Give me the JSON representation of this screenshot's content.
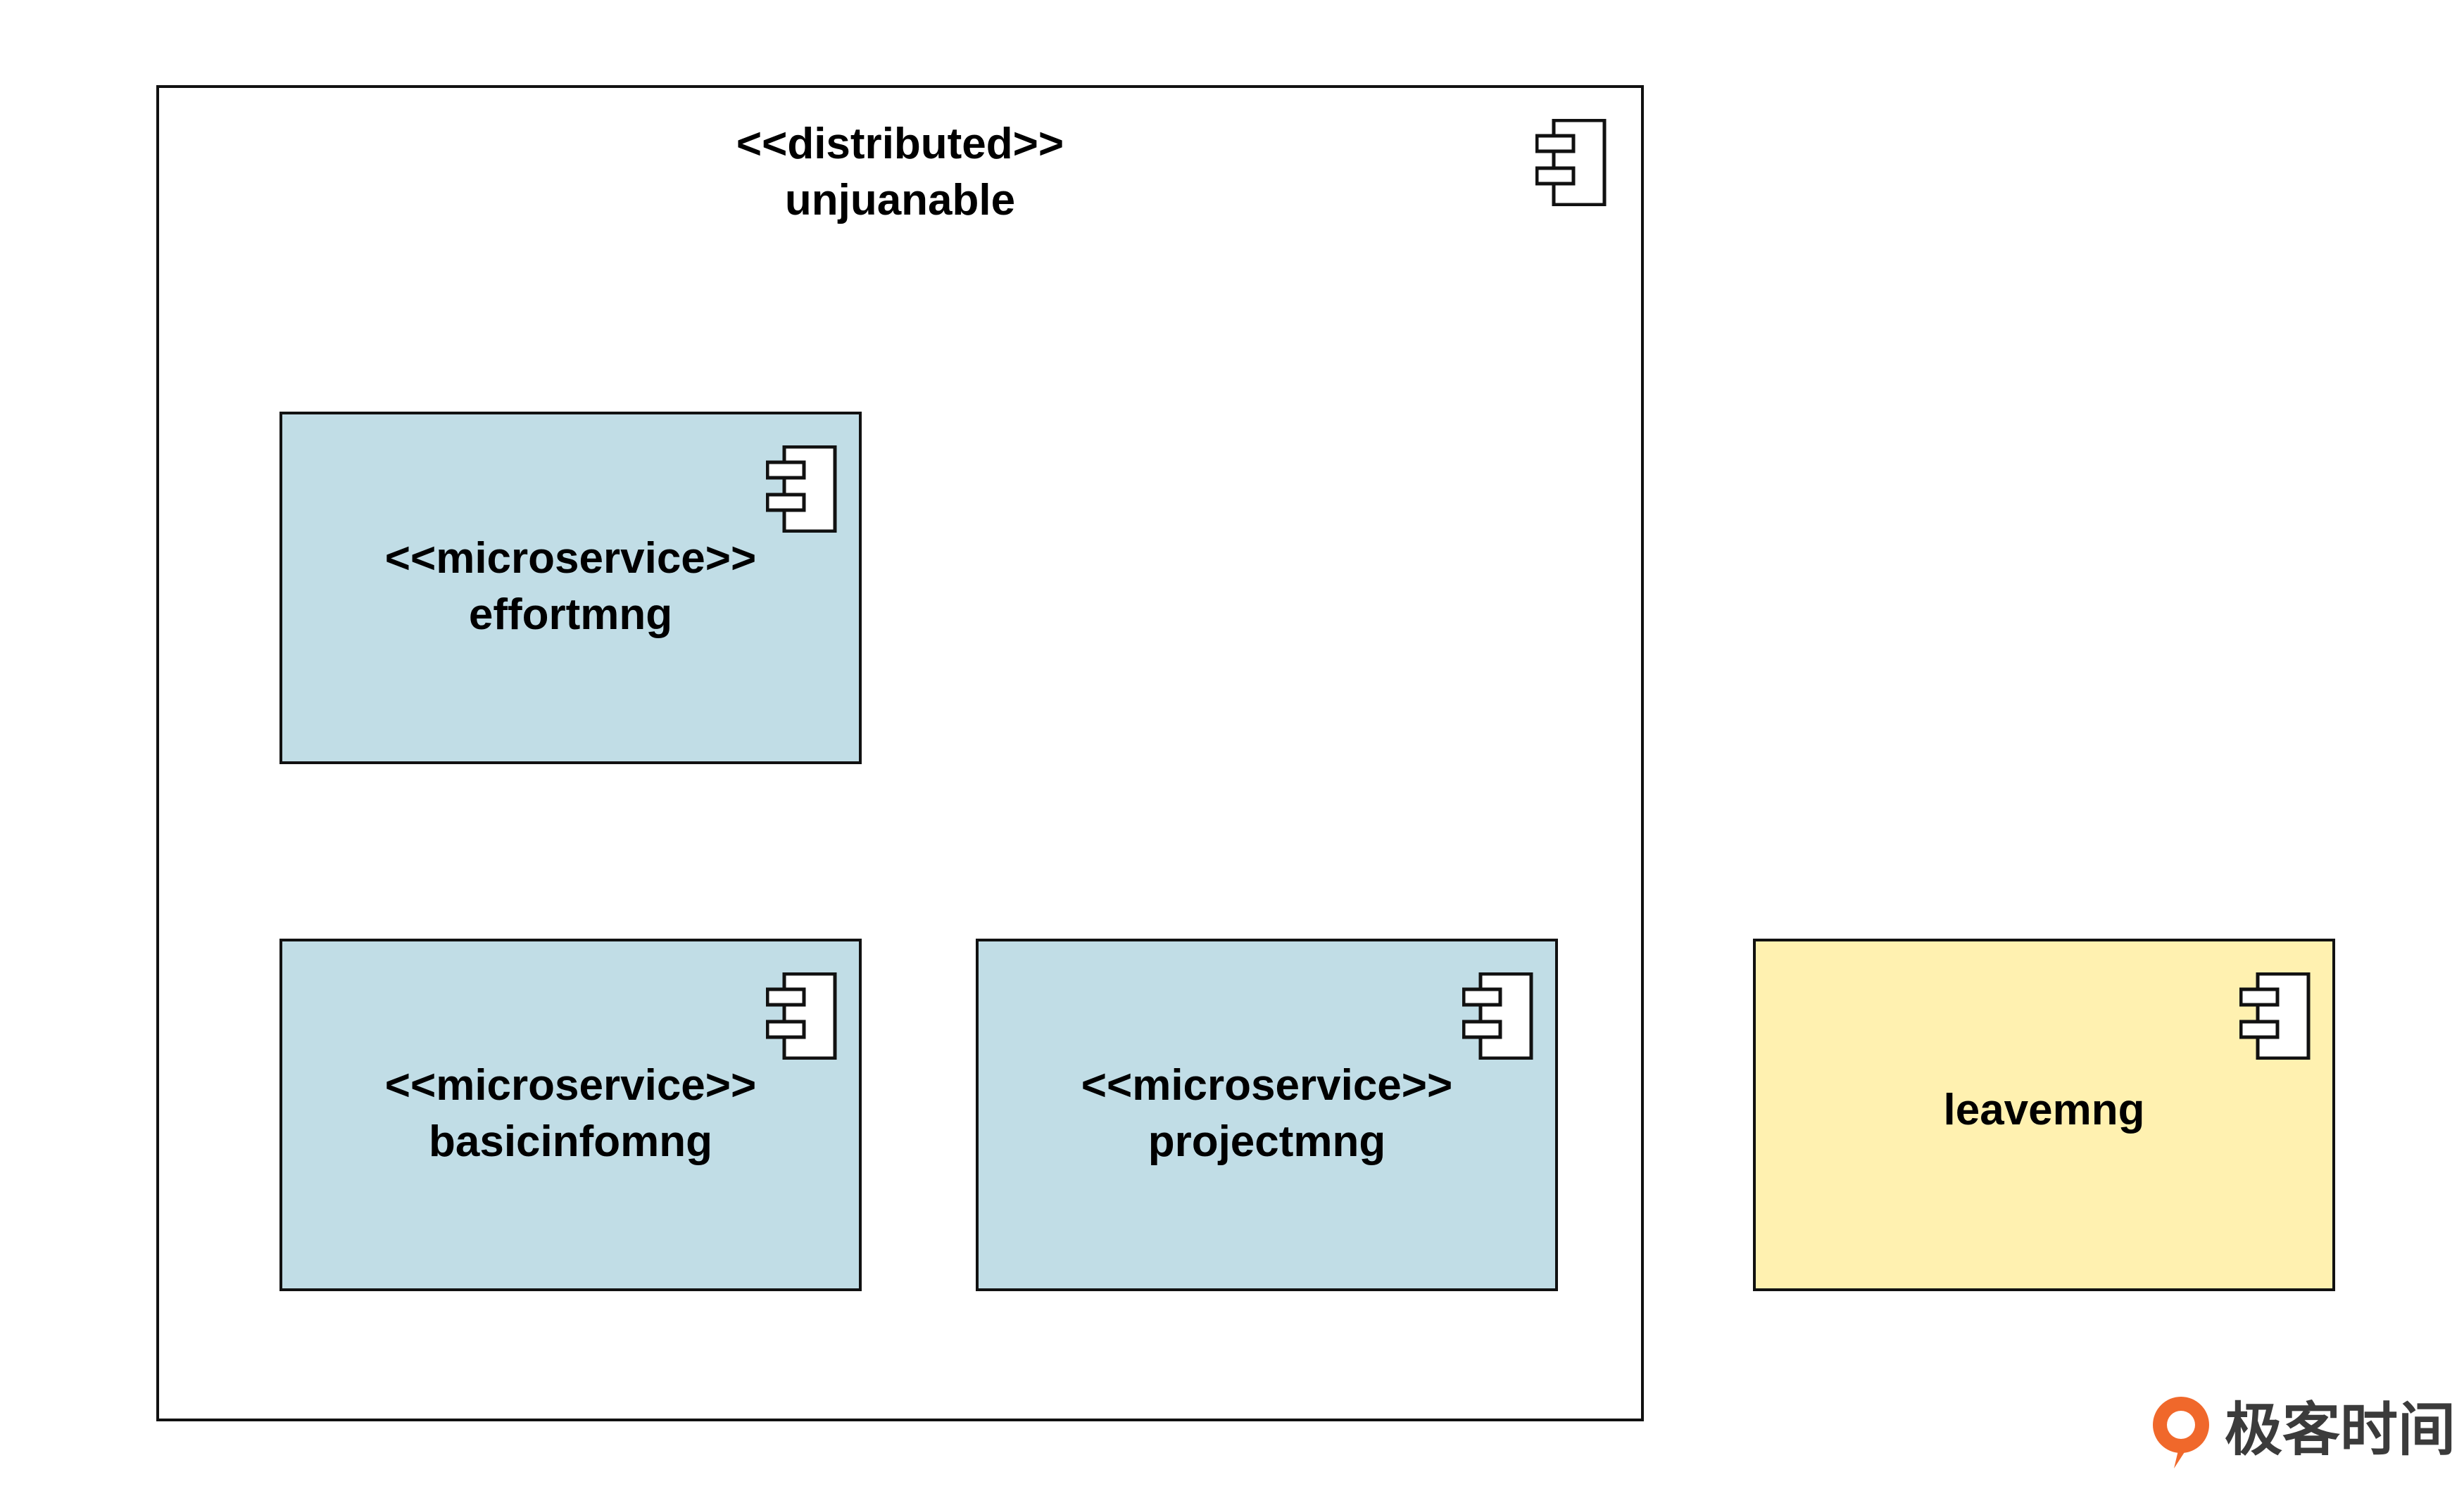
{
  "container": {
    "stereotype": "<<distributed>>",
    "name": "unjuanable"
  },
  "components": [
    {
      "stereotype": "<<microservice>>",
      "name": "effortmng"
    },
    {
      "stereotype": "<<microservice>>",
      "name": "basicinfomng"
    },
    {
      "stereotype": "<<microservice>>",
      "name": "projectmng"
    }
  ],
  "external": {
    "name": "leavemng"
  },
  "colors": {
    "microservice_fill": "#c1dde6",
    "external_fill": "#fff1b0",
    "border": "#111111",
    "logo_accent": "#f0682b"
  },
  "watermark": {
    "text": "极客时间"
  }
}
